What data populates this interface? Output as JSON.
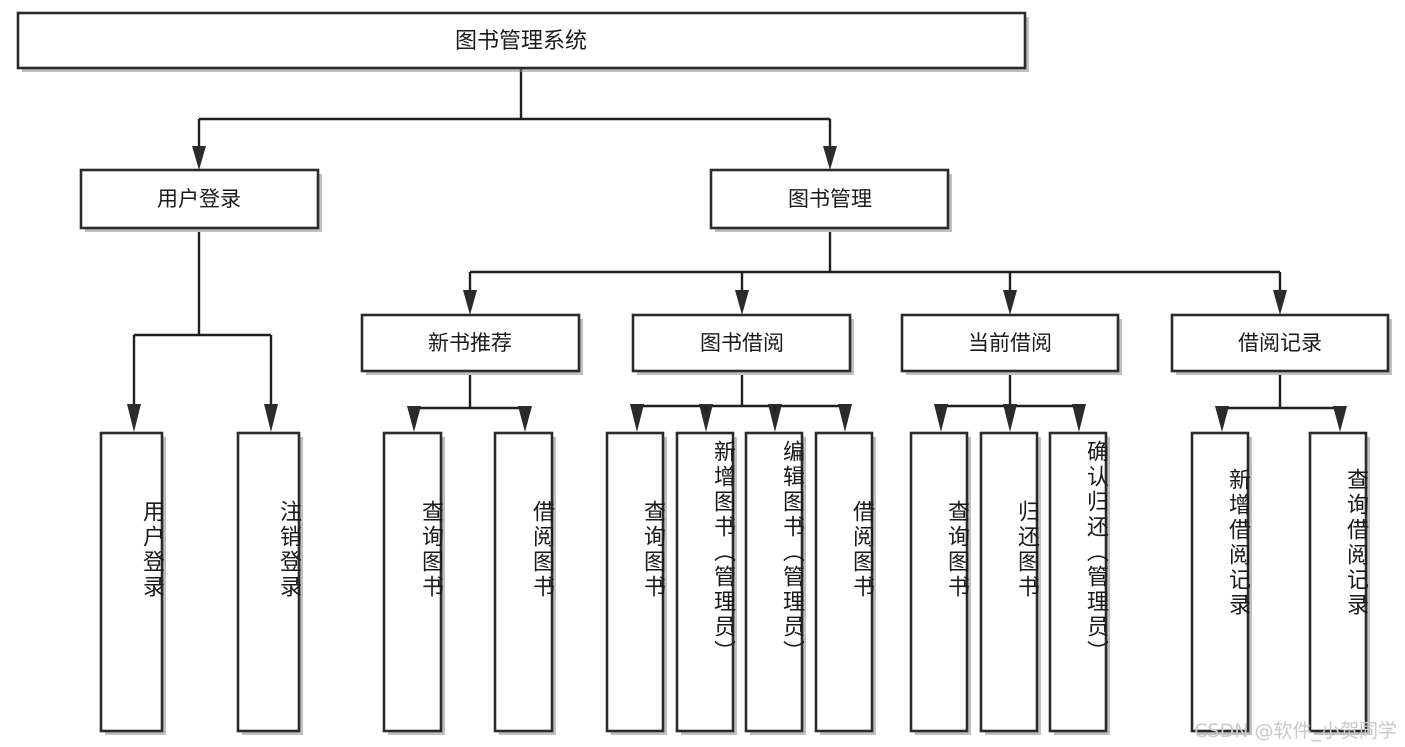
{
  "diagram": {
    "kind": "tree-structure-chart",
    "root": {
      "id": "root",
      "label": "图书管理系统"
    },
    "level2": [
      {
        "id": "user-login",
        "label": "用户登录"
      },
      {
        "id": "book-manage",
        "label": "图书管理"
      }
    ],
    "level3": [
      {
        "id": "new-book-recommend",
        "label": "新书推荐",
        "parent": "book-manage"
      },
      {
        "id": "book-borrow",
        "label": "图书借阅",
        "parent": "book-manage"
      },
      {
        "id": "current-borrow",
        "label": "当前借阅",
        "parent": "book-manage"
      },
      {
        "id": "borrow-record",
        "label": "借阅记录",
        "parent": "book-manage"
      }
    ],
    "leaves": [
      {
        "id": "leaf-user-login",
        "label": "用户登录",
        "parent": "user-login"
      },
      {
        "id": "leaf-user-logout",
        "label": "注销登录",
        "parent": "user-login"
      },
      {
        "id": "leaf-query-book-1",
        "label": "查询图书",
        "parent": "new-book-recommend"
      },
      {
        "id": "leaf-borrow-book-1",
        "label": "借阅图书",
        "parent": "new-book-recommend"
      },
      {
        "id": "leaf-query-book-2",
        "label": "查询图书",
        "parent": "book-borrow"
      },
      {
        "id": "leaf-add-book",
        "label": "新增图书（管理员）",
        "parent": "book-borrow"
      },
      {
        "id": "leaf-edit-book",
        "label": "编辑图书（管理员）",
        "parent": "book-borrow"
      },
      {
        "id": "leaf-borrow-book-2",
        "label": "借阅图书",
        "parent": "book-borrow"
      },
      {
        "id": "leaf-query-book-3",
        "label": "查询图书",
        "parent": "current-borrow"
      },
      {
        "id": "leaf-return-book",
        "label": "归还图书",
        "parent": "current-borrow"
      },
      {
        "id": "leaf-confirm-return",
        "label": "确认归还（管理员）",
        "parent": "current-borrow"
      },
      {
        "id": "leaf-add-record",
        "label": "新增借阅记录",
        "parent": "borrow-record"
      },
      {
        "id": "leaf-query-record",
        "label": "查询借阅记录",
        "parent": "borrow-record"
      }
    ],
    "colors": {
      "box_stroke": "#2b2b2b",
      "box_fill": "#ffffff",
      "edge": "#1f1f1f",
      "text": "#1a1a1a",
      "background": "#ffffff",
      "watermark": "#c9c9c9"
    }
  },
  "watermark": {
    "text": "CSDN @软件_小贺同学"
  }
}
